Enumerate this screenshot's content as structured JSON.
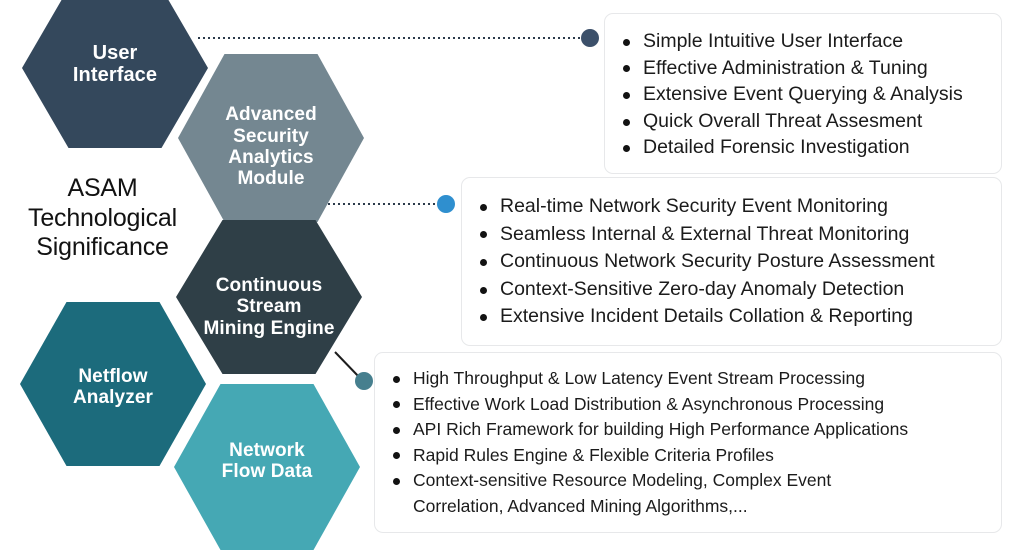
{
  "center_caption": {
    "text": "ASAM\nTechnological\nSignificance"
  },
  "colors": {
    "user_interface": "#34485c",
    "asam_module": "#748791",
    "csme": "#2f3f47",
    "netflow": "#1c6b7c",
    "network_flow": "#45a8b4",
    "connector_dot_1": "#3c506a",
    "connector_dot_2": "#2f8fcf",
    "connector_dot_3": "#467f8e",
    "panel_border": "#e7e8ea",
    "text": "#1b1b1b"
  },
  "hexagons": [
    {
      "id": "user-interface",
      "label": "User\nInterface"
    },
    {
      "id": "asam-module",
      "label": "Advanced\nSecurity\nAnalytics\nModule"
    },
    {
      "id": "csme",
      "label": "Continuous\nStream\nMining Engine"
    },
    {
      "id": "netflow",
      "label": "Netflow\nAnalyzer"
    },
    {
      "id": "network-flow",
      "label": "Network\nFlow Data"
    }
  ],
  "panels": [
    {
      "id": "panel-ui",
      "source_hexagon": "user-interface",
      "connector_style": "dotted",
      "items": [
        "Simple Intuitive User Interface",
        "Effective Administration & Tuning",
        "Extensive Event Querying & Analysis",
        "Quick Overall Threat Assesment",
        "Detailed Forensic Investigation"
      ]
    },
    {
      "id": "panel-asam",
      "source_hexagon": "asam-module",
      "connector_style": "dotted",
      "items": [
        "Real-time Network Security Event Monitoring",
        "Seamless Internal & External Threat Monitoring",
        "Continuous Network Security Posture Assessment",
        "Context-Sensitive Zero-day Anomaly Detection",
        "Extensive Incident Details Collation & Reporting"
      ]
    },
    {
      "id": "panel-csme",
      "source_hexagon": "csme",
      "connector_style": "solid",
      "items": [
        "High Throughput & Low Latency Event Stream Processing",
        "Effective Work Load Distribution & Asynchronous Processing",
        "API Rich Framework for building High Performance Applications",
        "Rapid Rules Engine & Flexible Criteria Profiles",
        "Context-sensitive Resource Modeling, Complex Event\nCorrelation, Advanced Mining Algorithms,..."
      ]
    }
  ]
}
